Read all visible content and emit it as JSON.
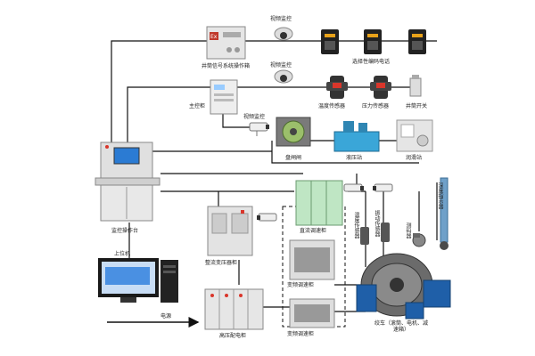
{
  "labels": {
    "shaft_signal_box": "井筒信号系统操作箱",
    "video_monitor_1": "视频监控",
    "selective_phone": "选择性编码电话",
    "video_monitor_2": "视频监控",
    "main_control_box": "主控柜",
    "video_monitor_3": "视频监控",
    "temp_sensor": "温度传感器",
    "pressure_sensor": "压力传感器",
    "shaft_switch": "井筒开关",
    "disc_brake": "盘闸闸",
    "hydraulic_station": "液压站",
    "lube_station": "润滑站",
    "console": "监控操作台",
    "dc_speed_cabinet": "直流调速柜",
    "rectifier_transformer": "整流变压器柜",
    "depth_indicator": "深度指示器",
    "temp_sensor_v": "温度传感器",
    "vibration_sensor": "振动传感器",
    "encoder": "测码器",
    "host_pc": "上位机",
    "vfd_cabinet_1": "变频调速柜",
    "vfd_cabinet_2": "变频调速柜",
    "hv_cabinet": "高压配电柜",
    "power": "电源",
    "winch": "绞车（滚筒、电机、减速箱）"
  },
  "colors": {
    "line": "#111111",
    "dashed": "#111111",
    "arrow": "#111111",
    "ex_badge": "#c0392b",
    "panel_gray": "#d8d8d8",
    "hydraulic_blue": "#3aa6d8",
    "winch_blue": "#1f5fa8",
    "screen_blue": "#2b7bd3",
    "sensor_red": "#d9362b",
    "cabinet_green": "#bfe6c4"
  },
  "icons": {
    "camera": "cctv-camera-icon",
    "dome": "dome-camera-icon",
    "phone": "telephone-icon",
    "sensor": "sensor-icon"
  }
}
